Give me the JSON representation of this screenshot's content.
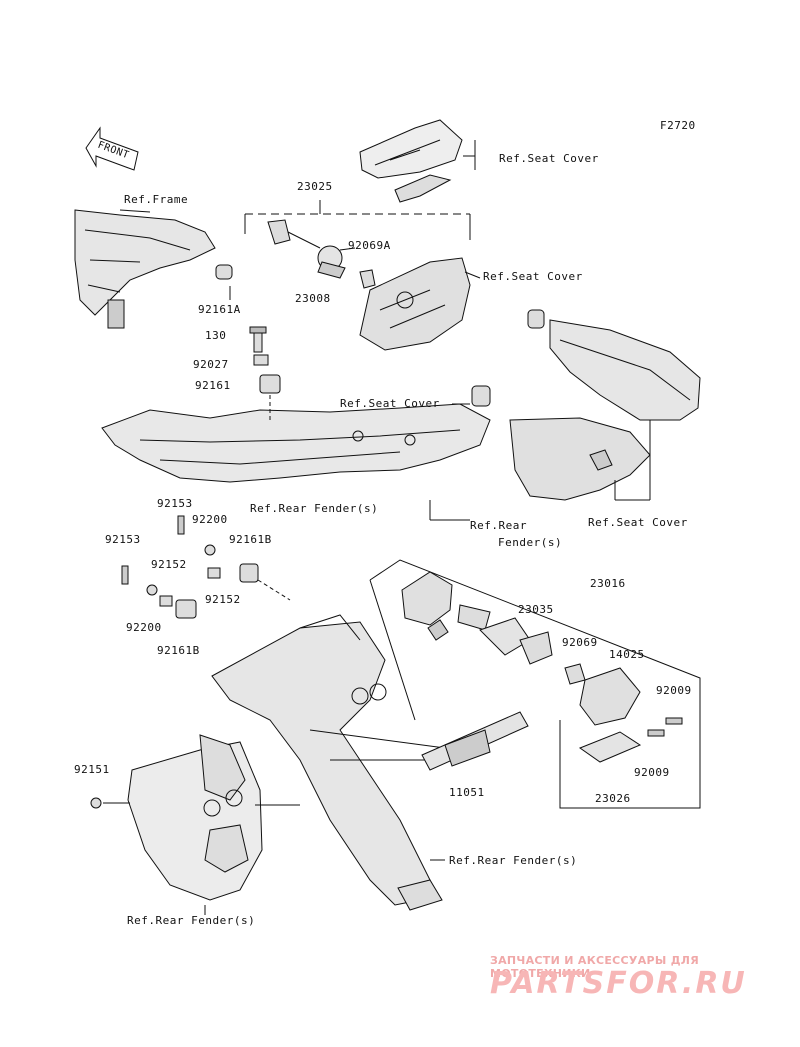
{
  "diagram_code": "F2720",
  "front_label": "FRONT",
  "parts": {
    "p23025": "23025",
    "p92069A": "92069A",
    "p23008": "23008",
    "p92161A": "92161A",
    "p130": "130",
    "p92027": "92027",
    "p92161": "92161",
    "p92153a": "92153",
    "p92200a": "92200",
    "p92161Ba": "92161B",
    "p92153b": "92153",
    "p92152a": "92152",
    "p92152b": "92152",
    "p92200b": "92200",
    "p92161Bb": "92161B",
    "p23016": "23016",
    "p23035": "23035",
    "p92069": "92069",
    "p14025": "14025",
    "p92009a": "92009",
    "p92009b": "92009",
    "p23026": "23026",
    "p11051": "11051",
    "p92151": "92151"
  },
  "refs": {
    "seat_cover_1": "Ref.Seat Cover",
    "frame": "Ref.Frame",
    "seat_cover_2": "Ref.Seat Cover",
    "seat_cover_3": "Ref.Seat Cover",
    "seat_cover_4": "Ref.Seat Cover",
    "rear_fender_1": "Ref.Rear Fender(s)",
    "rear_fender_2a": "Ref.Rear",
    "rear_fender_2b": "Fender(s)",
    "rear_fender_3": "Ref.Rear Fender(s)",
    "rear_fender_4": "Ref.Rear Fender(s)"
  },
  "watermark": {
    "subtitle": "ЗАПЧАСТИ И АКСЕССУАРЫ ДЛЯ МОТОТЕХНИКИ",
    "brand": "PARTSFOR.RU"
  }
}
